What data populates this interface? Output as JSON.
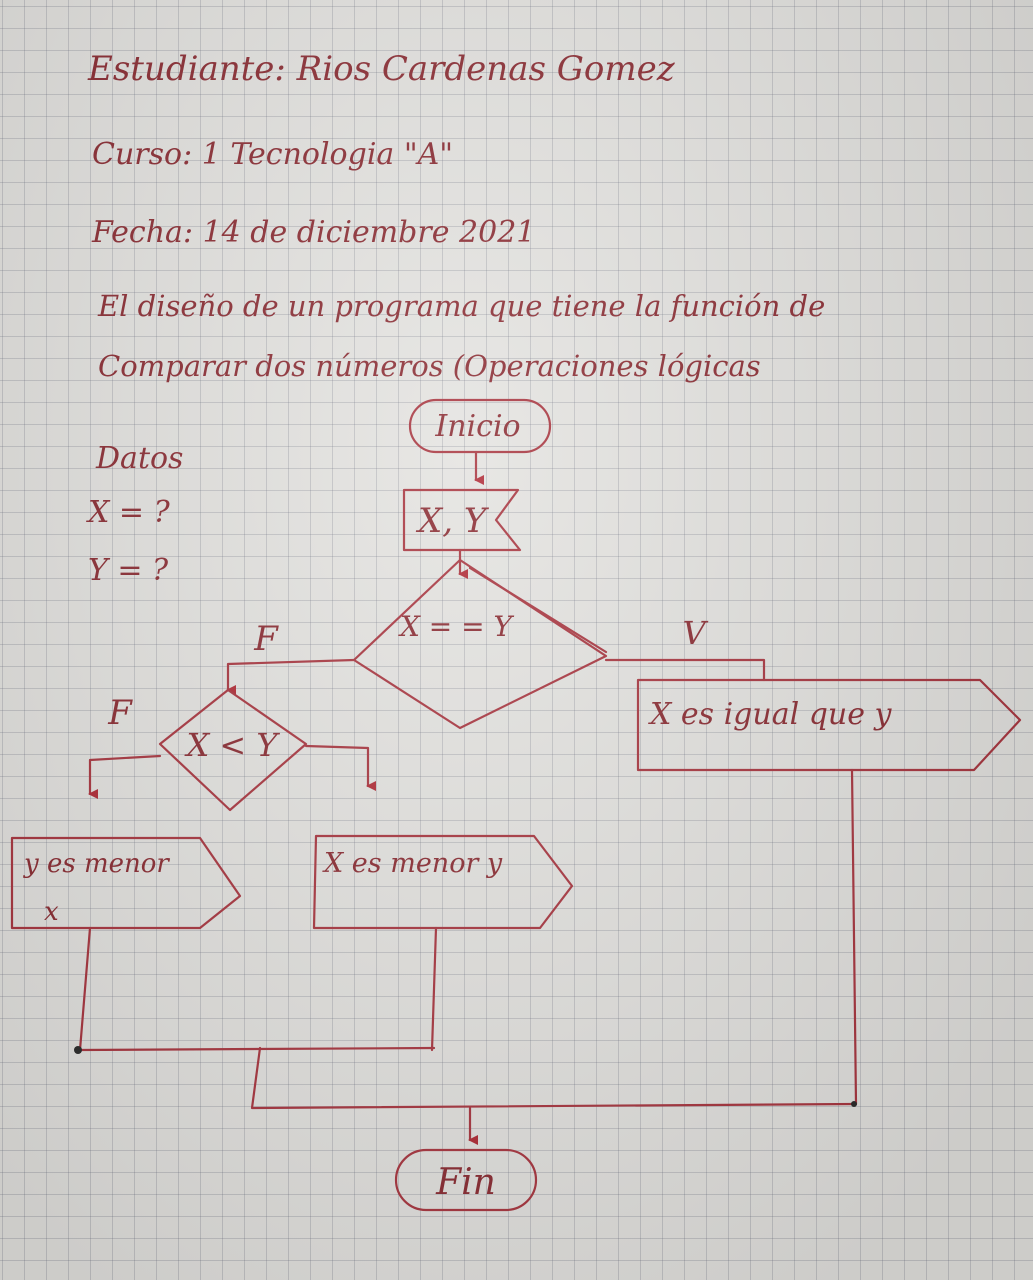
{
  "header": {
    "student": "Estudiante: Rios Cardenas Gomez",
    "course": "Curso: 1 Tecnologia \"A\"",
    "date": "Fecha: 14 de diciembre 2021",
    "description_line1": "El diseño de un programa que tiene la función de",
    "description_line2": "Comparar dos números (Operaciones lógicas"
  },
  "data_block": {
    "title": "Datos",
    "x_line": "X = ?",
    "y_line": "Y = ?"
  },
  "flowchart": {
    "start": "Inicio",
    "input": "X, Y",
    "decision_equal": "X = = Y",
    "false_label_1": "F",
    "true_label": "V",
    "decision_less": "X < Y",
    "false_label_2": "F",
    "output_equal": "X es igual que y",
    "output_less": "X es menor y",
    "output_greater_line1": "y es menor",
    "output_greater_line2": "x",
    "end": "Fin"
  },
  "colors": {
    "ink": "#8a2a31",
    "paper": "#e4e3e0",
    "grid": "#9aa0ad"
  }
}
